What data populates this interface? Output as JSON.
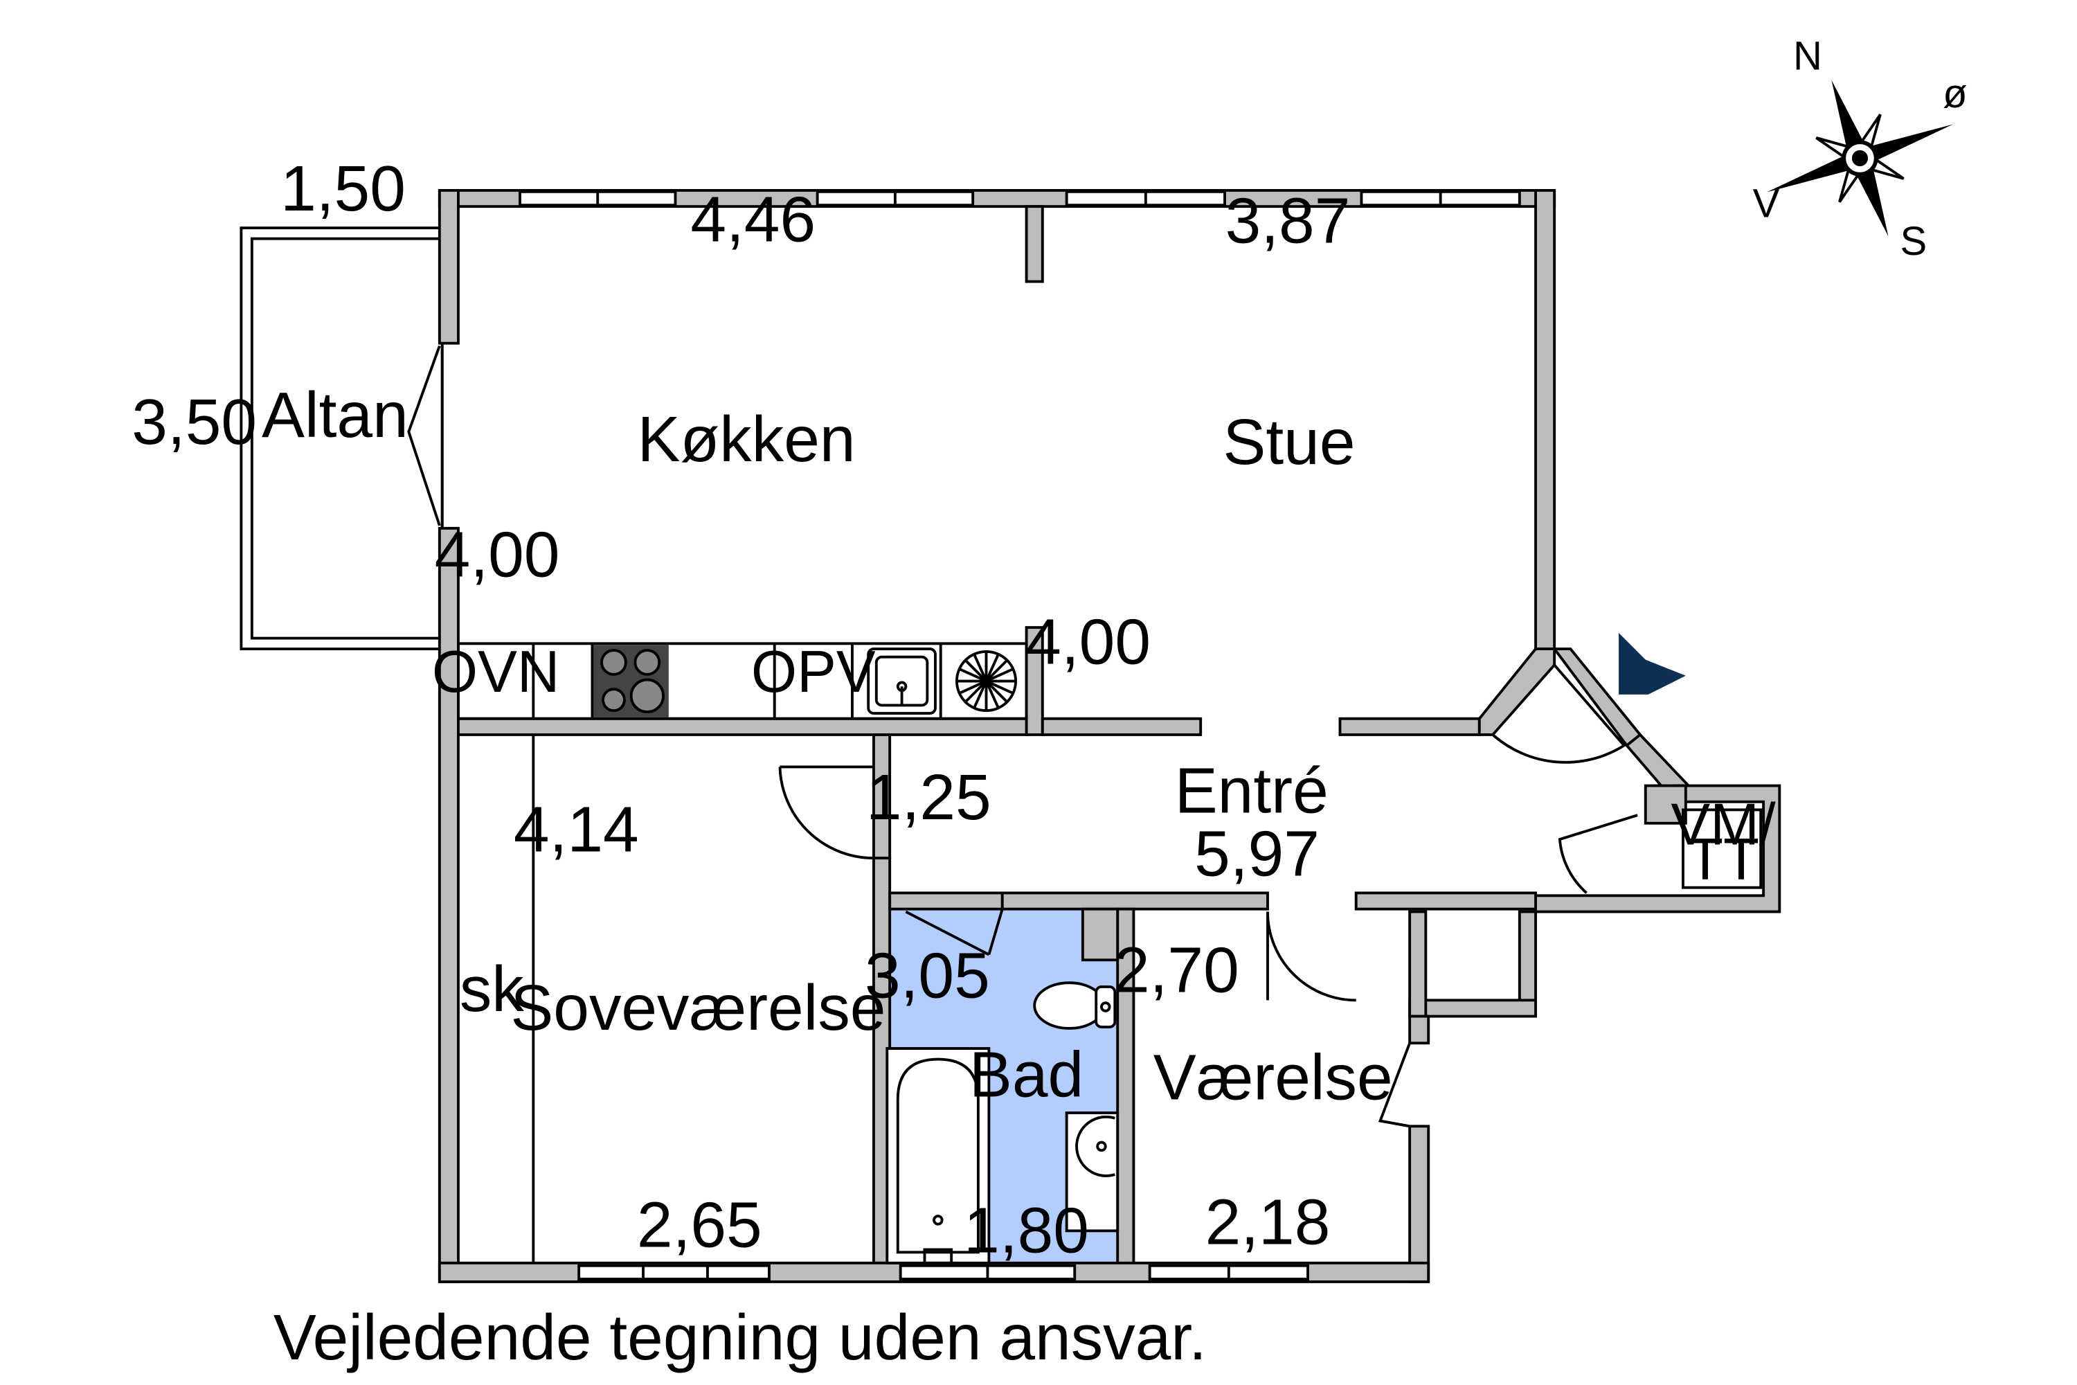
{
  "rooms": {
    "altan": "Altan",
    "kokken": "Køkken",
    "stue": "Stue",
    "entre": "Entré",
    "sovevaerelse": "Soveværelse",
    "bad": "Bad",
    "vaerelse": "Værelse",
    "sk": "sk"
  },
  "fixtures": {
    "ovn": "OVN",
    "opv": "OPV",
    "vm_line1": "VM/",
    "vm_line2": "TT"
  },
  "dimensions": {
    "altan_width": "1,50",
    "altan_depth": "3,50",
    "kokken_width": "4,46",
    "stue_width": "3,87",
    "kokken_depth": "4,00",
    "stue_depth": "4,00",
    "entre_small": "1,25",
    "entre_width": "5,97",
    "sove_depth": "4,14",
    "sove_width": "2,65",
    "bad_depth": "3,05",
    "bad_width": "1,80",
    "vaerelse_depth": "2,70",
    "vaerelse_width": "2,18"
  },
  "compass": {
    "n": "N",
    "o": "ø",
    "s": "S",
    "v": "V"
  },
  "colors": {
    "wall": "#bdbdbd",
    "bath": "#b3cdfd",
    "entrance_arrow": "#0d2f52",
    "appliance": "#444444"
  },
  "disclaimer": "Vejledende tegning uden ansvar."
}
